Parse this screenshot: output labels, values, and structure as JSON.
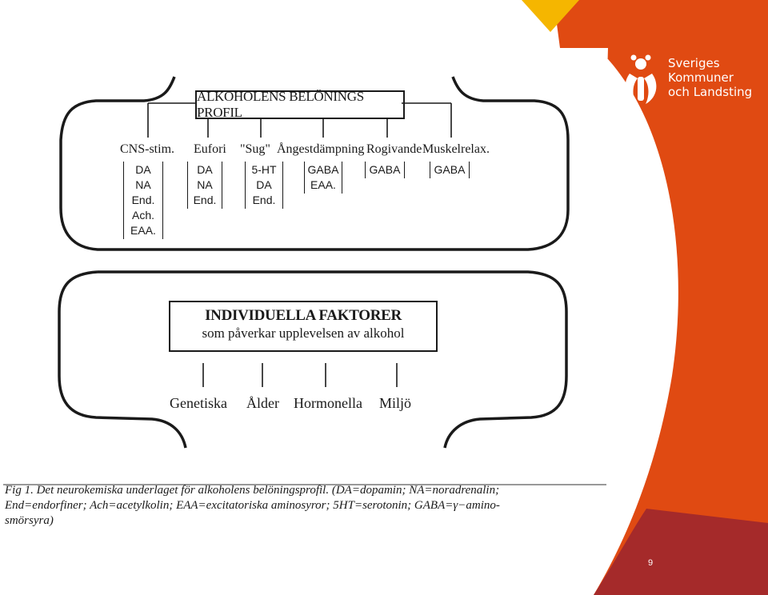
{
  "brand": {
    "line1": "Sveriges",
    "line2": "Kommuner",
    "line3": "och Landsting",
    "logo_icon": "skl-figure-icon",
    "colors": {
      "orange": "#e04a12",
      "yellow": "#f5b600",
      "red": "#a52a2a",
      "white": "#ffffff"
    }
  },
  "page_number": "9",
  "diagram": {
    "title": "ALKOHOLENS BELÖNINGS PROFIL",
    "categories": [
      {
        "label": "CNS-stim.",
        "chemicals": [
          "DA",
          "NA",
          "End.",
          "Ach.",
          "EAA."
        ]
      },
      {
        "label": "Eufori",
        "chemicals": [
          "DA",
          "NA",
          "End."
        ]
      },
      {
        "label": "\"Sug\"",
        "chemicals": [
          "5-HT",
          "DA",
          "End."
        ]
      },
      {
        "label": "Ångestdämpning",
        "chemicals": [
          "GABA",
          "EAA."
        ]
      },
      {
        "label": "Rogivande",
        "chemicals": [
          "GABA"
        ]
      },
      {
        "label": "Muskelrelax.",
        "chemicals": [
          "GABA"
        ]
      }
    ],
    "individual_title": "INDIVIDUELLA FAKTORER",
    "individual_subtitle": "som påverkar upplevelsen av alkohol",
    "factors": [
      "Genetiska",
      "Ålder",
      "Hormonella",
      "Miljö"
    ]
  },
  "caption": {
    "line1": "Fig 1. Det neurokemiska underlaget för alkoholens belöningsprofil. (DA=dopamin; NA=noradrenalin;",
    "line2": "End=endorfiner; Ach=acetylkolin; EAA=excitatoriska aminosyror; 5HT=serotonin; GABA=γ−amino-",
    "line3": "smörsyra)"
  }
}
